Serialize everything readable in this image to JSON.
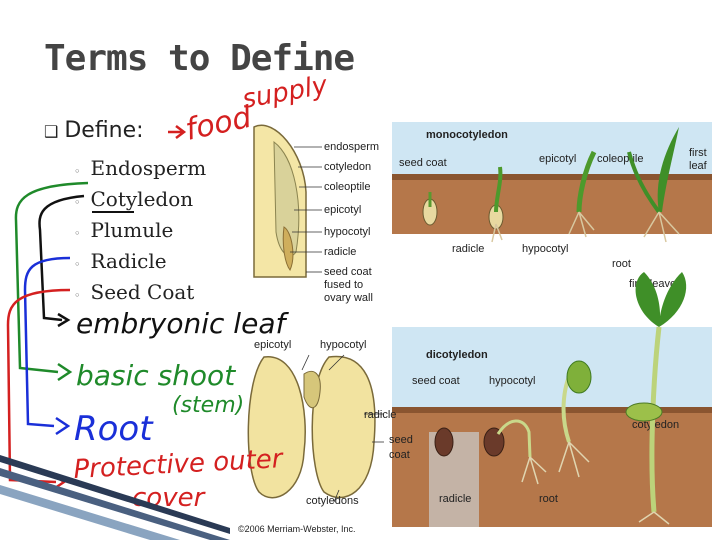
{
  "slide": {
    "title": "Terms to Define",
    "define_label": "Define:",
    "define_bullet": "❑",
    "term_bullet": "◦",
    "terms": [
      "Endosperm",
      "Cotyledon",
      "Plumule",
      "Radicle",
      "Seed Coat"
    ]
  },
  "annotations": {
    "food_supply_1": "food",
    "food_supply_2": "supply",
    "embryonic_leaf": "embryonic leaf",
    "basic_shoot": "basic shoot",
    "stem": "(stem)",
    "root": "Root",
    "protective_1": "Protective outer",
    "protective_2": "cover"
  },
  "figure": {
    "mono_title": "monocotyledon",
    "di_title": "dicotyledon",
    "mono_section_labels": [
      "endosperm",
      "cotyledon",
      "coleoptile",
      "epicotyl",
      "hypocotyl",
      "radicle",
      "seed coat",
      "fused to",
      "ovary wall"
    ],
    "mono_labels": {
      "seed_coat": "seed coat",
      "epicotyl": "epicotyl",
      "coleoptile": "coleoptile",
      "first_leaf_1": "first",
      "first_leaf_2": "leaf",
      "radicle": "radicle",
      "hypocotyl": "hypocotyl",
      "root": "root",
      "first_leaves": "first leaves"
    },
    "di_labels": {
      "epicotyl": "epicotyl",
      "hypocotyl_top": "hypocotyl",
      "seed_coat": "seed coat",
      "hypocotyl": "hypocotyl",
      "radicle_side": "radicle",
      "seed_coat_side_1": "seed",
      "seed_coat_side_2": "coat",
      "cotyledon": "cotyledon",
      "cotyledons": "cotyledons",
      "radicle": "radicle",
      "root": "root"
    },
    "copyright": "©2006 Merriam-Webster, Inc."
  },
  "colors": {
    "red_ink": "#d42020",
    "green_ink": "#1f8a2a",
    "blue_ink": "#1a2fd8",
    "black_ink": "#111111",
    "soil": "#b5774a",
    "sky": "#cfe6f3"
  }
}
